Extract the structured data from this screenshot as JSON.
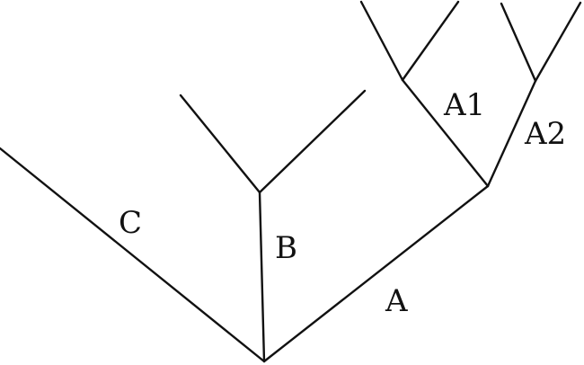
{
  "diagram": {
    "type": "phylogenetic-tree",
    "labels": {
      "C": "C",
      "B": "B",
      "A": "A",
      "A1": "A1",
      "A2": "A2"
    },
    "colors": {
      "line": "#111111",
      "text": "#111111",
      "background": "#ffffff"
    }
  }
}
